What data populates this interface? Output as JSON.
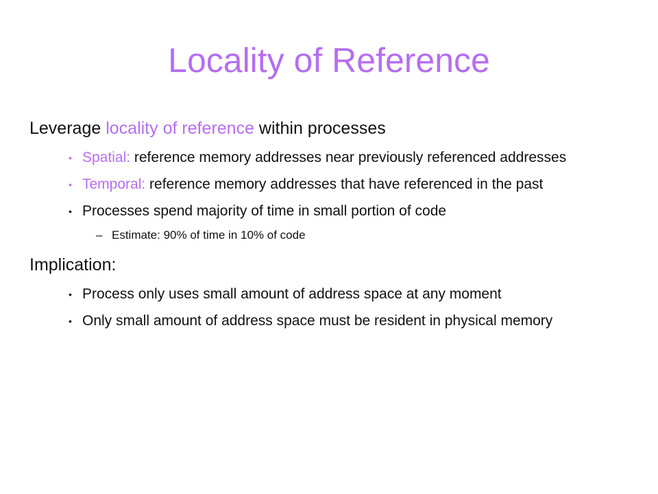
{
  "slide": {
    "title": "Locality of Reference",
    "colors": {
      "accent": "#b56ef0",
      "text": "#111111",
      "background": "#ffffff"
    },
    "sections": [
      {
        "heading_prefix": "Leverage ",
        "heading_highlight": "locality of reference",
        "heading_suffix": " within processes",
        "bullets": [
          {
            "marker": "•",
            "term": "Spatial:",
            "text": " reference memory addresses near previously referenced addresses"
          },
          {
            "marker": "•",
            "term": "Temporal:",
            "text": " reference memory addresses that have referenced in the past"
          },
          {
            "marker": "•",
            "text": "Processes spend majority of time in small portion of code",
            "sub": {
              "marker": "–",
              "text": "Estimate: 90% of time in 10% of code"
            }
          }
        ]
      },
      {
        "heading": "Implication:",
        "bullets": [
          {
            "marker": "•",
            "text": "Process only uses small amount of address space at any moment"
          },
          {
            "marker": "•",
            "text": "Only small amount of address space must be resident in physical memory"
          }
        ]
      }
    ]
  }
}
